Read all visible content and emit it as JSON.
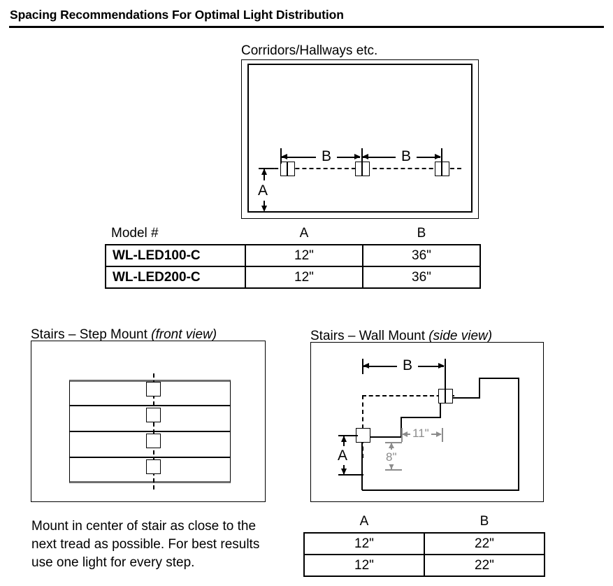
{
  "header": {
    "title": "Spacing Recommendations For Optimal Light Distribution"
  },
  "corridor": {
    "caption": "Corridors/Hallways etc.",
    "dimensions": {
      "vertical_label": "A",
      "horizontal_label_1": "B",
      "horizontal_label_2": "B"
    },
    "fixture_count": 3,
    "table": {
      "headers": [
        "Model #",
        "A",
        "B"
      ],
      "rows": [
        {
          "model": "WL-LED100-C",
          "a": "12\"",
          "b": "36\""
        },
        {
          "model": "WL-LED200-C",
          "a": "12\"",
          "b": "36\""
        }
      ]
    }
  },
  "step_mount": {
    "caption_main": "Stairs – Step Mount",
    "caption_italic": "(front view)",
    "step_count": 4,
    "note": "Mount in center of stair as close to the next tread as possible. For best results use one light for every step."
  },
  "wall_mount": {
    "caption_main": "Stairs – Wall Mount",
    "caption_italic": "(side view)",
    "dimensions": {
      "vertical_label": "A",
      "horizontal_label": "B",
      "tread_depth": "11\"",
      "riser_height": "8\""
    },
    "fixture_count": 2,
    "table": {
      "headers": [
        "A",
        "B"
      ],
      "rows": [
        {
          "a": "12\"",
          "b": "22\""
        },
        {
          "a": "12\"",
          "b": "22\""
        }
      ]
    }
  },
  "colors": {
    "ink": "#000000",
    "gray_dimension": "#8c8c8c",
    "step_edge": "#6e6e6e"
  }
}
